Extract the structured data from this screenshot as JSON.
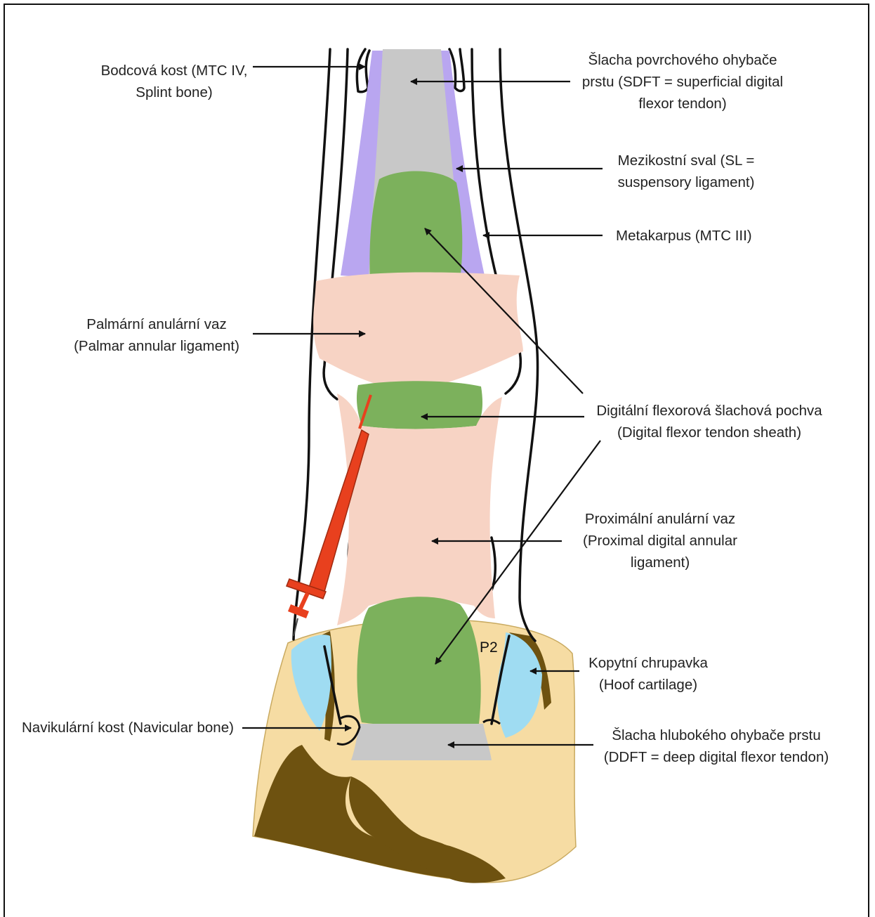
{
  "labels": {
    "splint_bone": [
      "Bodcová kost (MTC IV,",
      "Splint bone)"
    ],
    "sdft": [
      "Šlacha povrchového ohybače",
      "prstu (SDFT = superficial digital",
      "flexor tendon)"
    ],
    "suspensory": [
      "Mezikostní sval (SL =",
      "suspensory ligament)"
    ],
    "metacarpus": [
      "Metakarpus (MTC III)"
    ],
    "palmar_annular": [
      "Palmární anulární vaz",
      "(Palmar annular ligament)"
    ],
    "digital_sheath": [
      "Digitální flexorová šlachová pochva",
      "(Digital flexor tendon sheath)"
    ],
    "proximal_annular": [
      "Proximální anulární vaz",
      "(Proximal digital annular",
      "ligament)"
    ],
    "hoof_cartilage": [
      "Kopytní chrupavka",
      "(Hoof cartilage)"
    ],
    "navicular": [
      "Navikulární kost (Navicular bone)"
    ],
    "ddft": [
      "Šlacha hlubokého ohybače prstu",
      "(DDFT = deep digital flexor tendon)"
    ],
    "p2": "P2"
  },
  "colors": {
    "tendon_gray": "#c8c8c8",
    "ligament_purple": "#b9a6f0",
    "sheath_green": "#7cb15c",
    "annular_pink": "#f7d3c4",
    "cartilage_blue": "#9fdcf2",
    "hoof_tan": "#f6dca3",
    "hoof_brown": "#6e5210",
    "syringe_red": "#e8401e"
  },
  "icons": [
    "syringe-icon",
    "arrow-icon"
  ]
}
